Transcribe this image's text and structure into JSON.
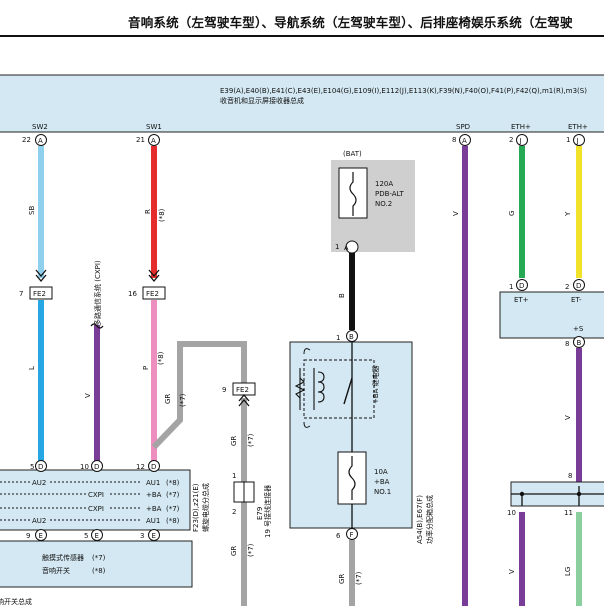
{
  "page_title": "音响系统（左驾驶车型）、导航系统（左驾驶车型）、后排座椅娱乐系统（左驾驶",
  "radio": {
    "connectors": "E39(A),E40(B),E41(C),E43(E),E104(G),E109(I),E112(J),E113(K),F39(N),F40(O),F41(P),F42(Q),m1(R),m3(S)",
    "name": "收音机和显示屏接收器总成",
    "pins": {
      "sw2": {
        "label": "SW2",
        "num": "22",
        "conn": "A"
      },
      "sw1": {
        "label": "SW1",
        "num": "21",
        "conn": "A"
      },
      "spd": {
        "label": "SPD",
        "num": "8",
        "conn": "A"
      },
      "eth1": {
        "label": "ETH+",
        "num": "2",
        "conn": "J"
      },
      "eth2": {
        "label": "ETH+",
        "num": "1",
        "conn": "J"
      }
    }
  },
  "wires": {
    "sb": "SB",
    "l": "L",
    "r": "R",
    "p": "P",
    "gr": "GR",
    "v": "V",
    "b": "B",
    "g": "G",
    "y": "Y",
    "lg": "LG",
    "note8": "(*8)",
    "note7": "(*7)"
  },
  "comm": {
    "label": "多路通信系统 (CXPI)",
    "wire": "V"
  },
  "fe2": {
    "label": "FE2",
    "a": {
      "num": "7"
    },
    "b": {
      "num": "16"
    },
    "c": {
      "num": "9"
    }
  },
  "bat": {
    "label": "(BAT)",
    "fuse": "120A",
    "fuse_name": "PDB-ALT",
    "fuse_no": "NO.2",
    "pin": {
      "num": "1",
      "conn": "A"
    }
  },
  "relaybox": {
    "top_pin": {
      "num": "1",
      "conn": "B"
    },
    "bottom_pin": {
      "num": "6",
      "conn": "F"
    },
    "relay": "+BA 继电器",
    "fuse": "10A",
    "fuse_name": "+BA",
    "fuse_no": "NO.1",
    "side_code": "A54(B),E67(F)",
    "side_name": "功率分配箱总成"
  },
  "joint": {
    "pin1": "1",
    "pin2": "2",
    "code": "E79",
    "name": "19 号接线连接器",
    "note": "(*7)"
  },
  "sensor": {
    "code": "F23(D),z21(E)",
    "name": "螺旋电缆分总成",
    "top_pins": [
      {
        "num": "5",
        "conn": "D"
      },
      {
        "num": "10",
        "conn": "D"
      },
      {
        "num": "12",
        "conn": "D"
      }
    ],
    "rows": [
      {
        "left": "AU2",
        "right": "AU1",
        "note": "(*8)"
      },
      {
        "left": "",
        "right": "+BA",
        "note": "(*7)",
        "mid": "CXPI"
      },
      {
        "left": "",
        "right": "+BA",
        "note": "(*7)",
        "mid": "CXPI"
      },
      {
        "left": "AU2",
        "right": "AU1",
        "note": "(*8)"
      }
    ],
    "bottom_pins": [
      {
        "num": "9",
        "conn": "E"
      },
      {
        "num": "5",
        "conn": "E"
      },
      {
        "num": "3",
        "conn": "E"
      }
    ],
    "lower_label1": "触摸式传感器",
    "lower_note1": "(*7)",
    "lower_label2": "音响开关",
    "lower_note2": "(*8)",
    "footer": "音响开关总成"
  },
  "eth_unit": {
    "pin1": {
      "num": "1",
      "conn": "D"
    },
    "pin2": {
      "num": "2",
      "conn": "D"
    },
    "left": "ET+",
    "right": "ET-",
    "s": "+S",
    "pin3": {
      "num": "8",
      "conn": "B"
    }
  },
  "right_block": {
    "top_num": "8",
    "pins": [
      "10",
      "11"
    ]
  },
  "colors": {
    "sb": "#8fd0ee",
    "l": "#26a6e2",
    "r": "#e62d2d",
    "p": "#ec8fbf",
    "v": "#7a3d97",
    "gr": "#a4a4a4",
    "b": "#111111",
    "g": "#25a955",
    "y": "#f2e22a",
    "lg": "#8ccf9e",
    "box": "#d3e8f2",
    "bat": "#cfcfcf"
  }
}
